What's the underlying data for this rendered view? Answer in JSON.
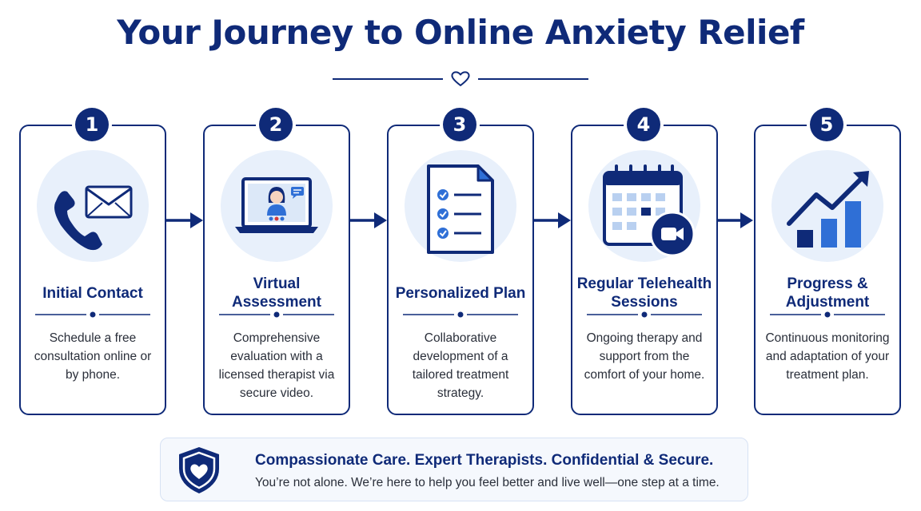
{
  "title": "Your Journey to Online Anxiety Relief",
  "colors": {
    "navy": "#0f2a78",
    "accent_blue": "#2f6fd6",
    "light_circle": "#e8f0fb"
  },
  "steps": [
    {
      "number": "1",
      "title": "Initial Contact",
      "description": "Schedule a free consultation online or by phone.",
      "icon": "phone-mail-icon"
    },
    {
      "number": "2",
      "title": "Virtual Assessment",
      "description": "Comprehensive evaluation with a licensed therapist via secure video.",
      "icon": "laptop-video-call-icon"
    },
    {
      "number": "3",
      "title": "Personalized Plan",
      "description": "Collaborative development of a tailored treatment strategy.",
      "icon": "checklist-document-icon"
    },
    {
      "number": "4",
      "title": "Regular Telehealth Sessions",
      "description": "Ongoing therapy and support from the comfort of your home.",
      "icon": "calendar-video-icon"
    },
    {
      "number": "5",
      "title": "Progress & Adjustment",
      "description": "Continuous monitoring and adaptation of your treatment plan.",
      "icon": "growth-chart-icon"
    }
  ],
  "banner": {
    "headline": "Compassionate Care. Expert Therapists. Confidential & Secure.",
    "subtext": "You’re not alone. We’re here to help you feel better and live well—one step at a time.",
    "icon": "shield-heart-icon"
  }
}
